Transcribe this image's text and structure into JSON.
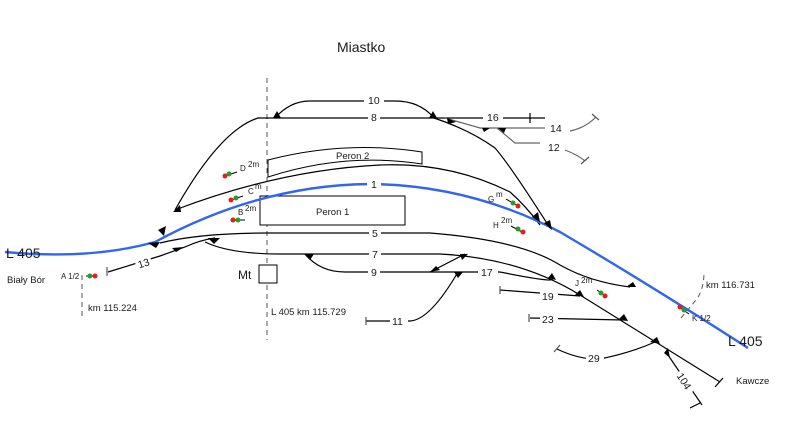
{
  "station": {
    "name": "Miastko"
  },
  "lines": {
    "left_line": "L 405",
    "right_line": "L 405",
    "left_destination": "Biały Bór",
    "right_destination": "Kawcze"
  },
  "kilometers": {
    "left": "km  115.224",
    "center": "L 405  km  115.729",
    "right": "km  116.731"
  },
  "building": {
    "label": "Mt"
  },
  "platforms": [
    {
      "label": "Peron 2"
    },
    {
      "label": "Peron 1"
    }
  ],
  "tracks": {
    "t1": "1",
    "t5": "5",
    "t7": "7",
    "t8": "8",
    "t9": "9",
    "t10": "10",
    "t11": "11",
    "t12": "12",
    "t13": "13",
    "t14": "14",
    "t16": "16",
    "t17": "17",
    "t19": "19",
    "t23": "23",
    "t29": "29",
    "t104": "104"
  },
  "signals": [
    {
      "id": "A",
      "label": "A 1/2",
      "sup": ""
    },
    {
      "id": "B",
      "label": "B",
      "sup": "2m"
    },
    {
      "id": "C",
      "label": "C",
      "sup": "m"
    },
    {
      "id": "D",
      "label": "D",
      "sup": "2m"
    },
    {
      "id": "G",
      "label": "G",
      "sup": "m"
    },
    {
      "id": "H",
      "label": "H",
      "sup": "2m"
    },
    {
      "id": "J",
      "label": "J",
      "sup": "2m"
    },
    {
      "id": "K",
      "label": "K 1/2",
      "sup": ""
    }
  ],
  "colors": {
    "main_line": "#3366ee",
    "signal_red": "#e02020",
    "signal_green": "#2a9a2a",
    "track": "#000000"
  }
}
